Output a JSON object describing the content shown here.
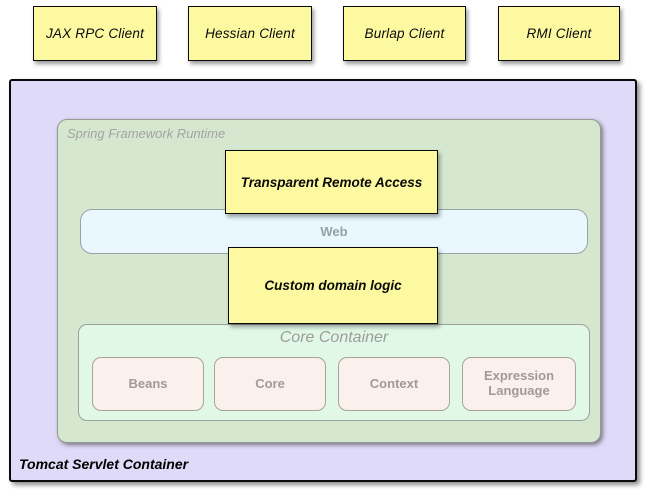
{
  "colors": {
    "client_box_fill": "#FCF9A1",
    "client_box_border": "#0A0A0A",
    "tomcat_fill": "#DFDAF8",
    "runtime_fill": "#D5E8CF",
    "web_bar_fill": "#E8F8FC",
    "core_container_fill": "#E2F8E6",
    "module_fill": "#FAF1EC",
    "gray_label_text": "#9C9C9C",
    "black_text": "#000000"
  },
  "clients": [
    {
      "label": "JAX RPC Client"
    },
    {
      "label": "Hessian Client"
    },
    {
      "label": "Burlap Client"
    },
    {
      "label": "RMI Client"
    }
  ],
  "tomcat": {
    "label": "Tomcat Servlet Container"
  },
  "runtime": {
    "label": "Spring Framework Runtime"
  },
  "remote_access": {
    "label": "Transparent Remote Access"
  },
  "web": {
    "label": "Web"
  },
  "domain_logic": {
    "label": "Custom domain logic"
  },
  "core_container": {
    "label": "Core Container",
    "modules": [
      {
        "label": "Beans"
      },
      {
        "label": "Core"
      },
      {
        "label": "Context"
      },
      {
        "label": "Expression Language"
      }
    ]
  }
}
